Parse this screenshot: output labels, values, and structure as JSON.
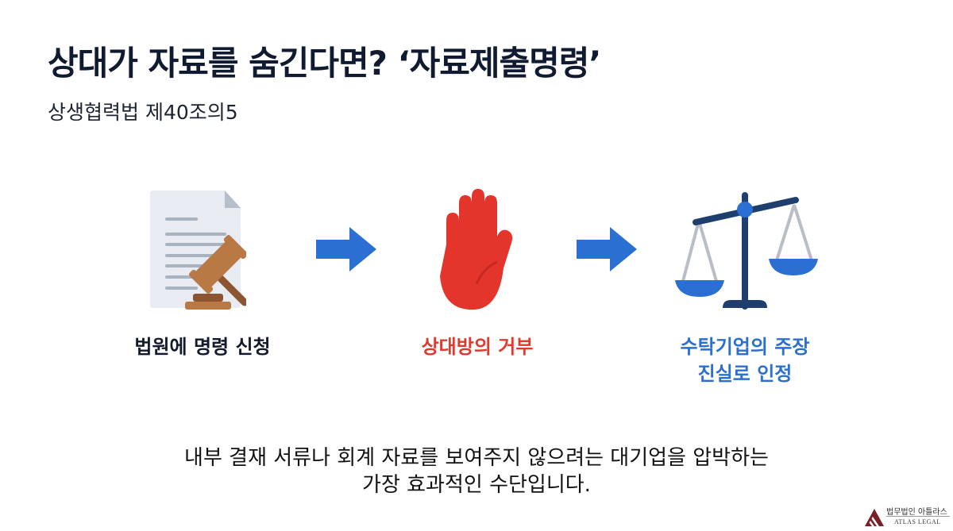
{
  "title": "상대가 자료를 숨긴다면? ‘자료제출명령’",
  "subtitle": "상생협력법 제40조의5",
  "steps": [
    {
      "label": "법원에 명령 신청",
      "icon": "document-gavel-icon",
      "color": "#121a2c"
    },
    {
      "label": "상대방의 거부",
      "icon": "stop-hand-icon",
      "color": "#e03a2e"
    },
    {
      "label_line1": "수탁기업의 주장",
      "label_line2": "진실로 인정",
      "icon": "scales-of-justice-icon",
      "color": "#2a6fd1"
    }
  ],
  "bottom_line1": "내부 결재 서류나 회계 자료를 보여주지 않으려는 대기업을 압박하는",
  "bottom_line2": "가장 효과적인 수단입니다.",
  "logo": {
    "korean": "법무법인 아틀라스",
    "english": "ATLAS LEGAL"
  }
}
